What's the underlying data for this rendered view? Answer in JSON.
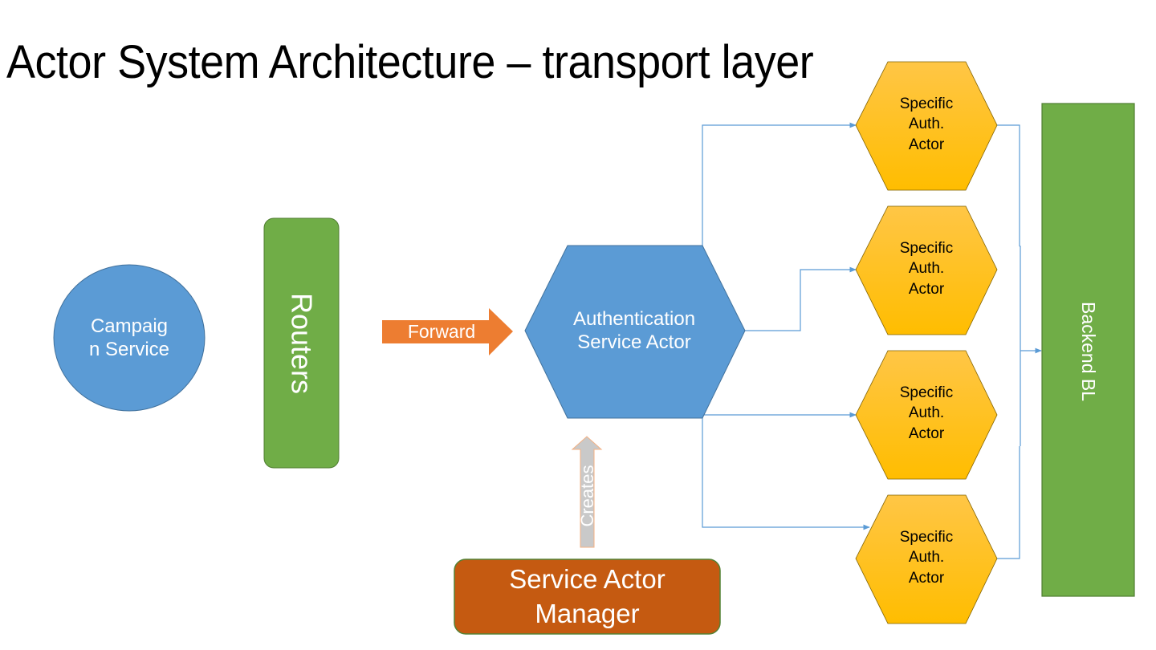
{
  "slide": {
    "title": "Actor System Architecture – transport layer"
  },
  "colors": {
    "blue": "#5b9bd5",
    "green": "#70ad47",
    "orange_arrow": "#ed7d31",
    "orange_box": "#c55a11",
    "gold_top": "#ffc23f",
    "gold_bottom": "#ffc000",
    "gray_arrow": "#c9c9c9",
    "connector": "#5b9bd5"
  },
  "nodes": {
    "campaign_service": {
      "label_line1": "Campaig",
      "label_line2": "n Service"
    },
    "routers": {
      "label": "Routers"
    },
    "forward_arrow": {
      "label": "Forward"
    },
    "auth_service_actor": {
      "label_line1": "Authentication",
      "label_line2": "Service Actor"
    },
    "creates_arrow": {
      "label": "Creates"
    },
    "service_actor_manager": {
      "label_line1": "Service Actor",
      "label_line2": "Manager"
    },
    "specific_actors": [
      {
        "line1": "Specific",
        "line2": "Auth.",
        "line3": "Actor"
      },
      {
        "line1": "Specific",
        "line2": "Auth.",
        "line3": "Actor"
      },
      {
        "line1": "Specific",
        "line2": "Auth.",
        "line3": "Actor"
      },
      {
        "line1": "Specific",
        "line2": "Auth.",
        "line3": "Actor"
      }
    ],
    "backend_bl": {
      "label": "Backend BL"
    }
  }
}
